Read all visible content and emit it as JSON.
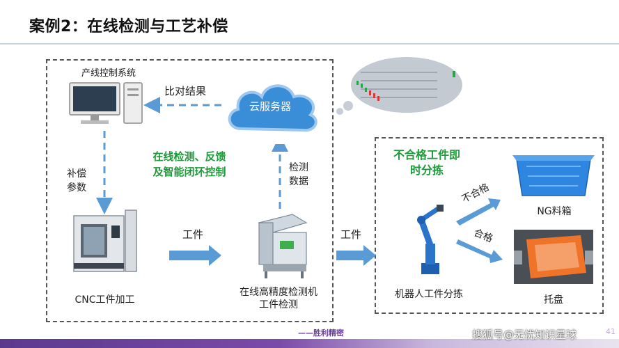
{
  "slide": {
    "title": "案例2：在线检测与工艺补偿",
    "footer_tagline": "——胜利精密",
    "watermark": "搜狐号@无忧知识星球",
    "page_number": "41"
  },
  "diagram": {
    "production_control": "产线控制系统",
    "cloud_server": "云服务器",
    "compare_result": "比对结果",
    "compensation_params": [
      "补偿",
      "参数"
    ],
    "detection_data": [
      "检测",
      "数据"
    ],
    "inline_feedback": [
      "在线检测、反馈",
      "及智能闭环控制"
    ],
    "cnc": "CNC工件加工",
    "workpiece_1": "工件",
    "workpiece_2": "工件",
    "inspection_machine": [
      "在线高精度检测机",
      "工件检测"
    ],
    "unqualified_sort": [
      "不合格工件即",
      "时分拣"
    ],
    "robot_sort": "机器人工件分拣",
    "ng_label": "不合格",
    "ok_label": "合格",
    "ng_bin": "NG料箱",
    "tray": "托盘"
  },
  "colors": {
    "accent_blue": "#5b9bd5",
    "green_text": "#1e9a3a",
    "footer_purple": "#6a3f98"
  }
}
